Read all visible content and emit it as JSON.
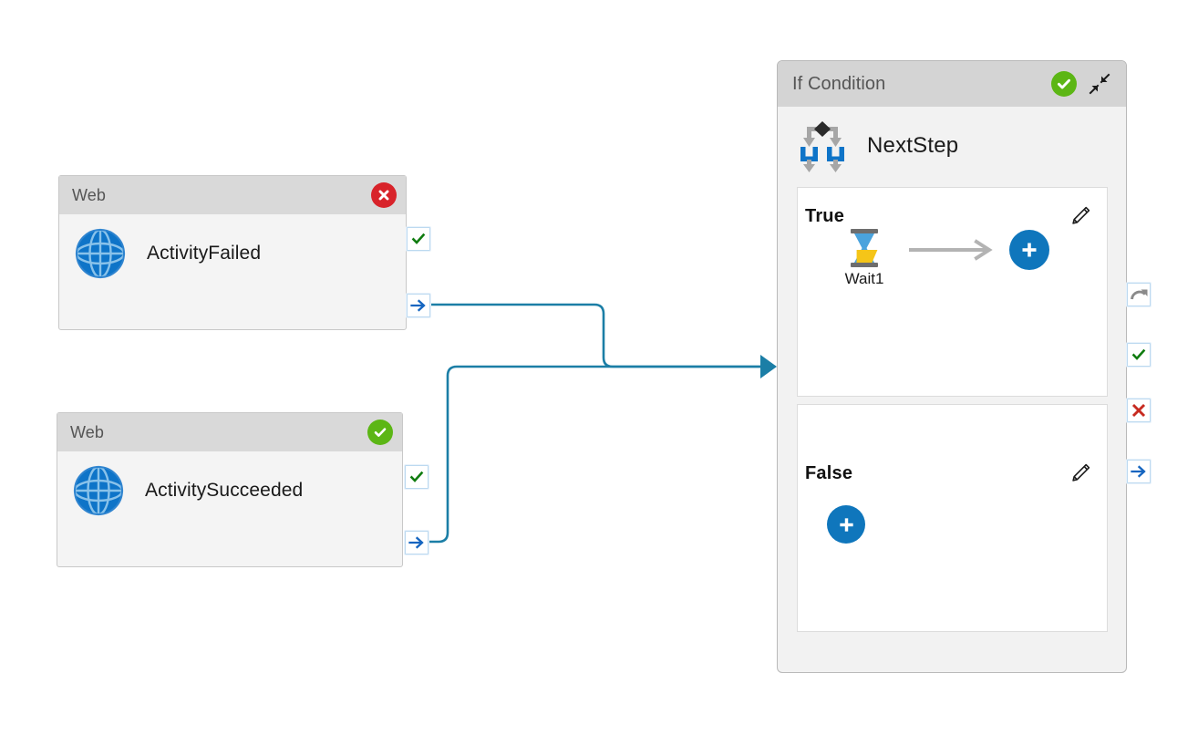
{
  "canvas": {
    "background": "#ffffff",
    "connector_color": "#1b7ea6"
  },
  "nodes": [
    {
      "id": "web-failed",
      "title": "Web",
      "label": "ActivityFailed",
      "status": "error",
      "status_icon": "error-circle-icon",
      "status_color": "#d8232a",
      "icon": "globe-icon",
      "ports": [
        {
          "name": "port-success-check",
          "icon": "check-icon",
          "color": "#107c10"
        },
        {
          "name": "port-next-arrow",
          "icon": "arrow-right-icon",
          "color": "#1565c0"
        }
      ]
    },
    {
      "id": "web-succeeded",
      "title": "Web",
      "label": "ActivitySucceeded",
      "status": "success",
      "status_icon": "check-circle-icon",
      "status_color": "#5cb615",
      "icon": "globe-icon",
      "ports": [
        {
          "name": "port-success-check",
          "icon": "check-icon",
          "color": "#107c10"
        },
        {
          "name": "port-next-arrow",
          "icon": "arrow-right-icon",
          "color": "#1565c0"
        }
      ]
    }
  ],
  "panel": {
    "title": "If Condition",
    "status_icon": "check-circle-icon",
    "status_color": "#5cb615",
    "collapse_icon": "collapse-diagonal-icon",
    "step_name": "NextStep",
    "step_icon": "branch-decision-icon",
    "branches": [
      {
        "name": "True",
        "edit_icon": "pencil-icon",
        "activities": [
          {
            "name": "Wait1",
            "icon": "hourglass-icon"
          }
        ],
        "flow_arrow": "arrow-right-icon",
        "add_button": {
          "name": "add-activity-button",
          "icon": "plus-icon",
          "color": "#0f76bc"
        }
      },
      {
        "name": "False",
        "edit_icon": "pencil-icon",
        "activities": [],
        "add_button": {
          "name": "add-activity-button",
          "icon": "plus-icon",
          "color": "#0f76bc"
        }
      }
    ],
    "ports": [
      {
        "name": "port-retry-loop",
        "icon": "loop-arrow-icon",
        "color": "#8a8a8a"
      },
      {
        "name": "port-success-check",
        "icon": "check-icon",
        "color": "#107c10"
      },
      {
        "name": "port-failure-cross",
        "icon": "cross-icon",
        "color": "#c72a20"
      },
      {
        "name": "port-next-arrow",
        "icon": "arrow-right-icon",
        "color": "#1565c0"
      }
    ]
  }
}
